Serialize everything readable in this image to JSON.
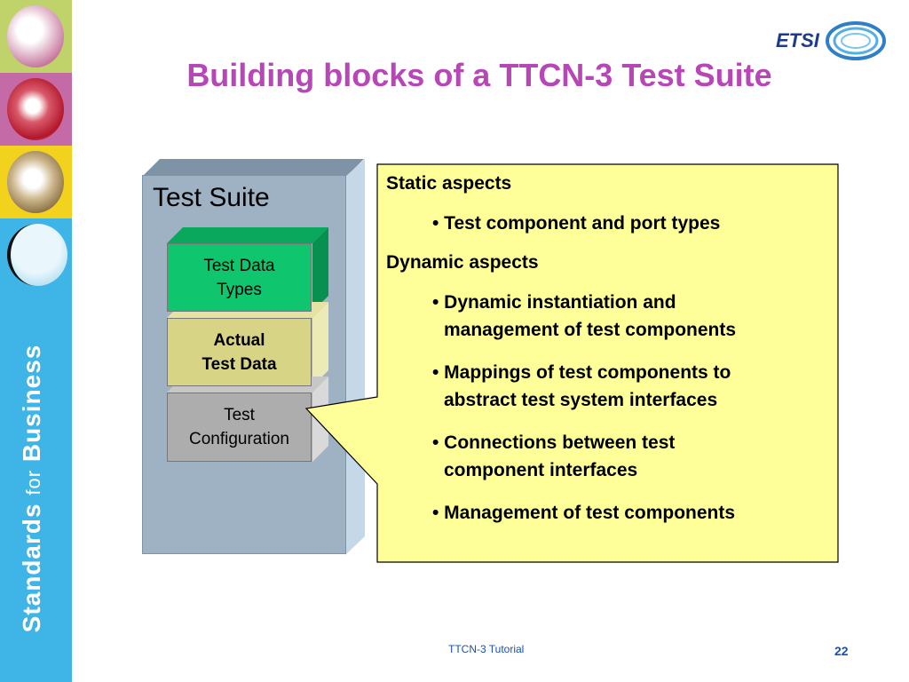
{
  "slide": {
    "title": "Building blocks of a TTCN-3 Test Suite",
    "footer": "TTCN-3 Tutorial",
    "page_number": "22"
  },
  "sidebar": {
    "text_main": "Standards",
    "text_for": "for",
    "text_business": "Business"
  },
  "logo": {
    "text": "ETSI"
  },
  "diagram": {
    "suite_label": "Test Suite",
    "blocks": [
      {
        "line1": "Test Data",
        "line2": "Types",
        "color": "#0fc56e"
      },
      {
        "line1": "Actual",
        "line2": "Test Data",
        "color": "#d7d486"
      },
      {
        "line1": "Test",
        "line2": "Configuration",
        "color": "#adadad"
      }
    ]
  },
  "callout": {
    "fill": "#ffff9a",
    "static_heading": "Static aspects",
    "static_bullets": [
      {
        "line1": "• Test component and port types"
      }
    ],
    "dynamic_heading": "Dynamic aspects",
    "dynamic_bullets": [
      {
        "line1": "• Dynamic instantiation and",
        "line2": "management of test components"
      },
      {
        "line1": "• Mappings of test components to",
        "line2": "abstract test system interfaces"
      },
      {
        "line1": "• Connections between test",
        "line2": "component interfaces"
      },
      {
        "line1": "• Management of test components"
      }
    ]
  }
}
